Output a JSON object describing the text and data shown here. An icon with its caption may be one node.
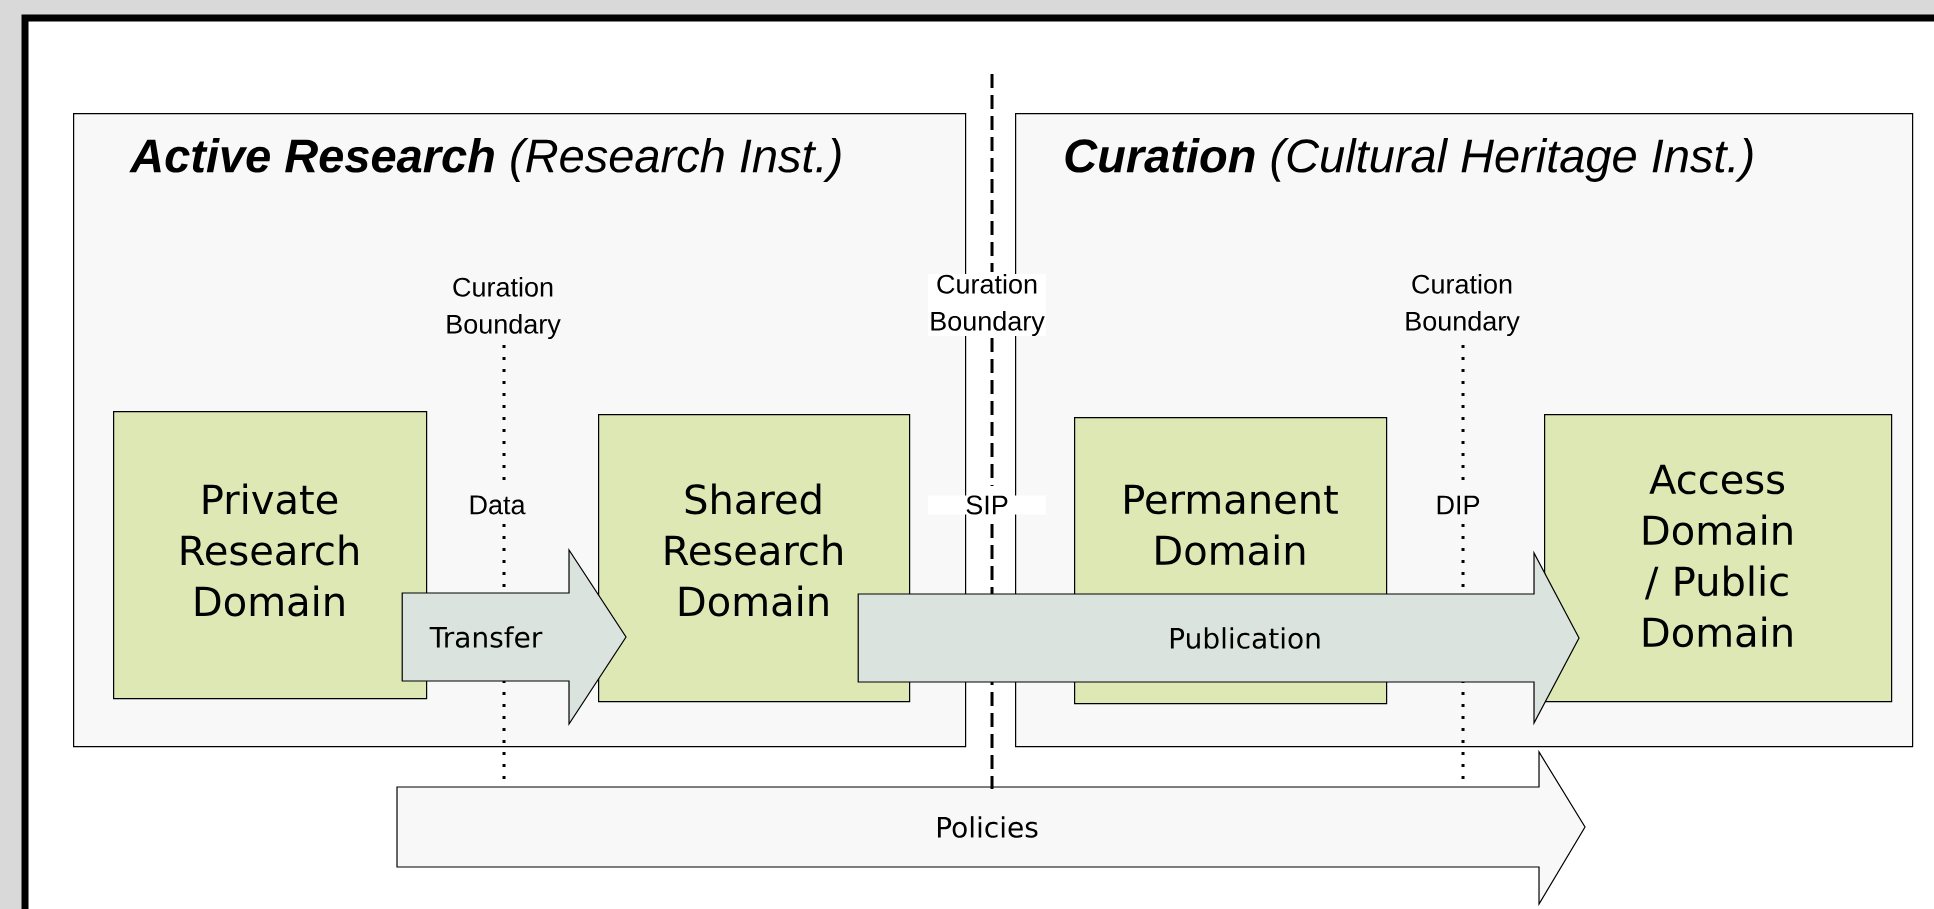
{
  "diagram": {
    "nodes": [
      {
        "text": [
          "**Active Research** (Research Inst.)"
        ]
      },
      {
        "text": [
          "Private Research Domain"
        ],
        "in": 0
      },
      {
        "text": [
          "Shared Research Domain"
        ],
        "in": 0
      },
      {
        "text": [
          "**Curation** (Cultural Heritage Inst.)"
        ]
      },
      {
        "text": [
          "Permanent Domain"
        ],
        "in": 3
      },
      {
        "text": [
          "Access Domain / Public Domain"
        ],
        "in": 3
      },
      {
        "text": [
          "Policies"
        ]
      }
    ],
    "edges": [
      {
        "from": 1,
        "to": 2,
        "arrow": "to",
        "label": "Transfer"
      },
      {
        "from": 2,
        "to": 5,
        "arrow": "to",
        "label": "Publication"
      }
    ],
    "labels": [
      "Curation Boundary",
      "Curation Boundary",
      "Curation Boundary",
      "Data",
      "SIP",
      "DIP"
    ]
  }
}
